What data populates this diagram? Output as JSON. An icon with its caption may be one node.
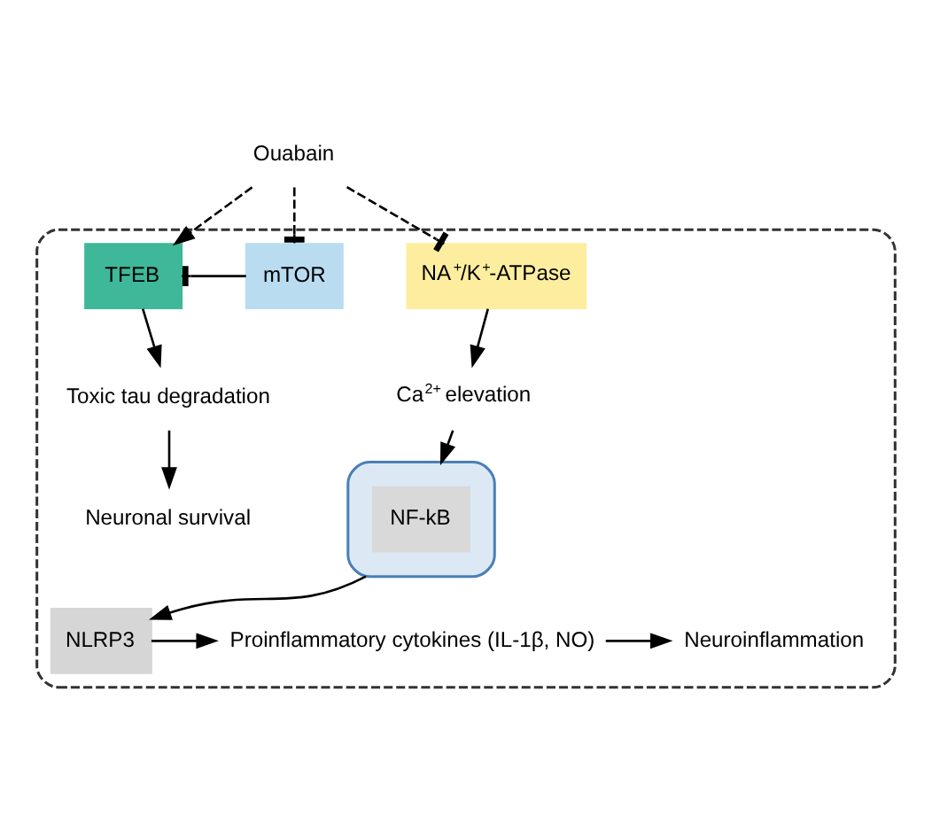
{
  "diagram": {
    "nodes": [
      {
        "text": [
          "Ouabain"
        ]
      },
      {
        "text": [],
        "shape": "box"
      },
      {
        "text": [
          "NA$^{+}$/K$^{+}$-ATPase"
        ],
        "in": 1
      },
      {
        "text": [
          "TFEB"
        ],
        "in": 1
      },
      {
        "text": [
          "mTOR"
        ],
        "in": 1
      },
      {
        "text": [
          "Ca$^{2+}$ elevation"
        ],
        "in": 1
      },
      {
        "text": [
          "Toxic tau degradation"
        ],
        "in": 1
      },
      {
        "text": [],
        "shape": "box",
        "in": 1
      },
      {
        "text": [
          "NF-kB"
        ],
        "in": 7
      },
      {
        "text": [
          "Neuronal survival"
        ],
        "in": 1
      },
      {
        "text": [
          "NLRP3"
        ],
        "in": 1
      },
      {
        "text": [
          "Proinflammatory cytokines (IL-1β, NO)"
        ],
        "in": 1
      },
      {
        "text": [
          "Neuroinflammation"
        ],
        "in": 1
      }
    ],
    "edges": [
      {
        "from": 0,
        "to": 2,
        "arrow": "other",
        "style": "dashed"
      },
      {
        "from": 0,
        "to": 3,
        "arrow": "to",
        "style": "dashed"
      },
      {
        "from": 0,
        "to": 4,
        "arrow": "other",
        "style": "dashed"
      },
      {
        "from": 4,
        "to": 3,
        "arrow": "other"
      },
      {
        "from": 2,
        "to": 5,
        "arrow": "to"
      },
      {
        "from": 5,
        "to": 7,
        "arrow": "to"
      },
      {
        "from": 3,
        "to": 6,
        "arrow": "to"
      },
      {
        "from": 6,
        "to": 9,
        "arrow": "to"
      },
      {
        "from": 7,
        "to": 10,
        "arrow": "to"
      },
      {
        "from": 10,
        "to": 11,
        "arrow": "to"
      },
      {
        "from": 11,
        "to": 12,
        "arrow": "to"
      }
    ]
  }
}
